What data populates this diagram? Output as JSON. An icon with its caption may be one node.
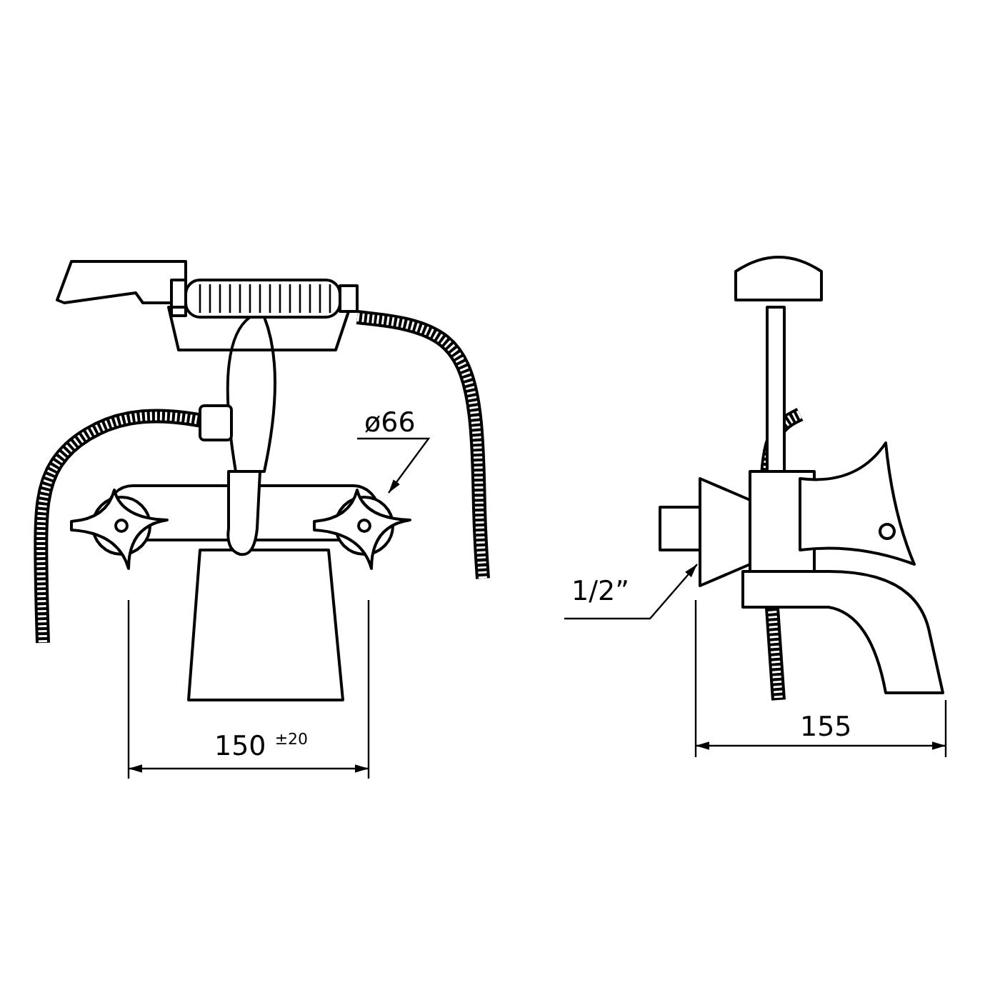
{
  "diagram": {
    "labels": [
      "ø66",
      "1/2”",
      "150 $^{±20}$",
      "155"
    ]
  }
}
